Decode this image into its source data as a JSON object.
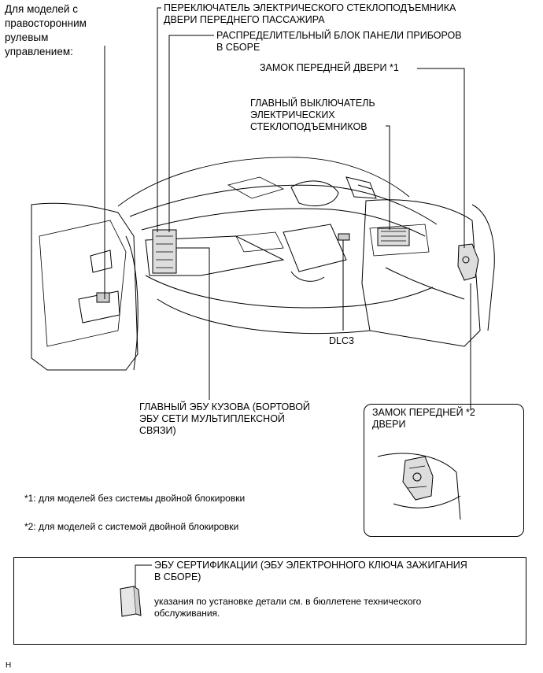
{
  "labels": {
    "rhd_note": [
      "Для моделей с",
      "правосторонним",
      "рулевым",
      "управлением:"
    ],
    "passenger_window_switch": [
      "ПЕРЕКЛЮЧАТЕЛЬ ЭЛЕКТРИЧЕСКОГО СТЕКЛОПОДЪЕМНИКА",
      "ДВЕРИ ПЕРЕДНЕГО ПАССАЖИРА"
    ],
    "junction_block": [
      "РАСПРЕДЕЛИТЕЛЬНЫЙ БЛОК ПАНЕЛИ ПРИБОРОВ",
      "В СБОРЕ"
    ],
    "front_door_lock_1": "ЗАМОК ПЕРЕДНЕЙ ДВЕРИ  *1",
    "master_window_switch": [
      "ГЛАВНЫЙ ВЫКЛЮЧАТЕЛЬ",
      "ЭЛЕКТРИЧЕСКИХ",
      "СТЕКЛОПОДЪЕМНИКОВ"
    ],
    "dlc3": "DLC3",
    "main_body_ecu": [
      "ГЛАВНЫЙ ЭБУ КУЗОВА (БОРТОВОЙ",
      "ЭБУ СЕТИ МУЛЬТИПЛЕКСНОЙ",
      "СВЯЗИ)"
    ],
    "front_door_lock_2": [
      "ЗАМОК ПЕРЕДНЕЙ  *2",
      "ДВЕРИ"
    ],
    "footnote_1": "*1: для моделей без системы двойной блокировки",
    "footnote_2": "*2: для моделей с системой двойной блокировки",
    "certification_ecu": [
      "ЭБУ СЕРТИФИКАЦИИ (ЭБУ ЭЛЕКТРОННОГО КЛЮЧА ЗАЖИГАНИЯ",
      "В СБОРЕ)"
    ],
    "service_note": [
      "указания по установке детали см. в бюллетене технического",
      "обслуживания."
    ],
    "corner_mark": "H"
  }
}
